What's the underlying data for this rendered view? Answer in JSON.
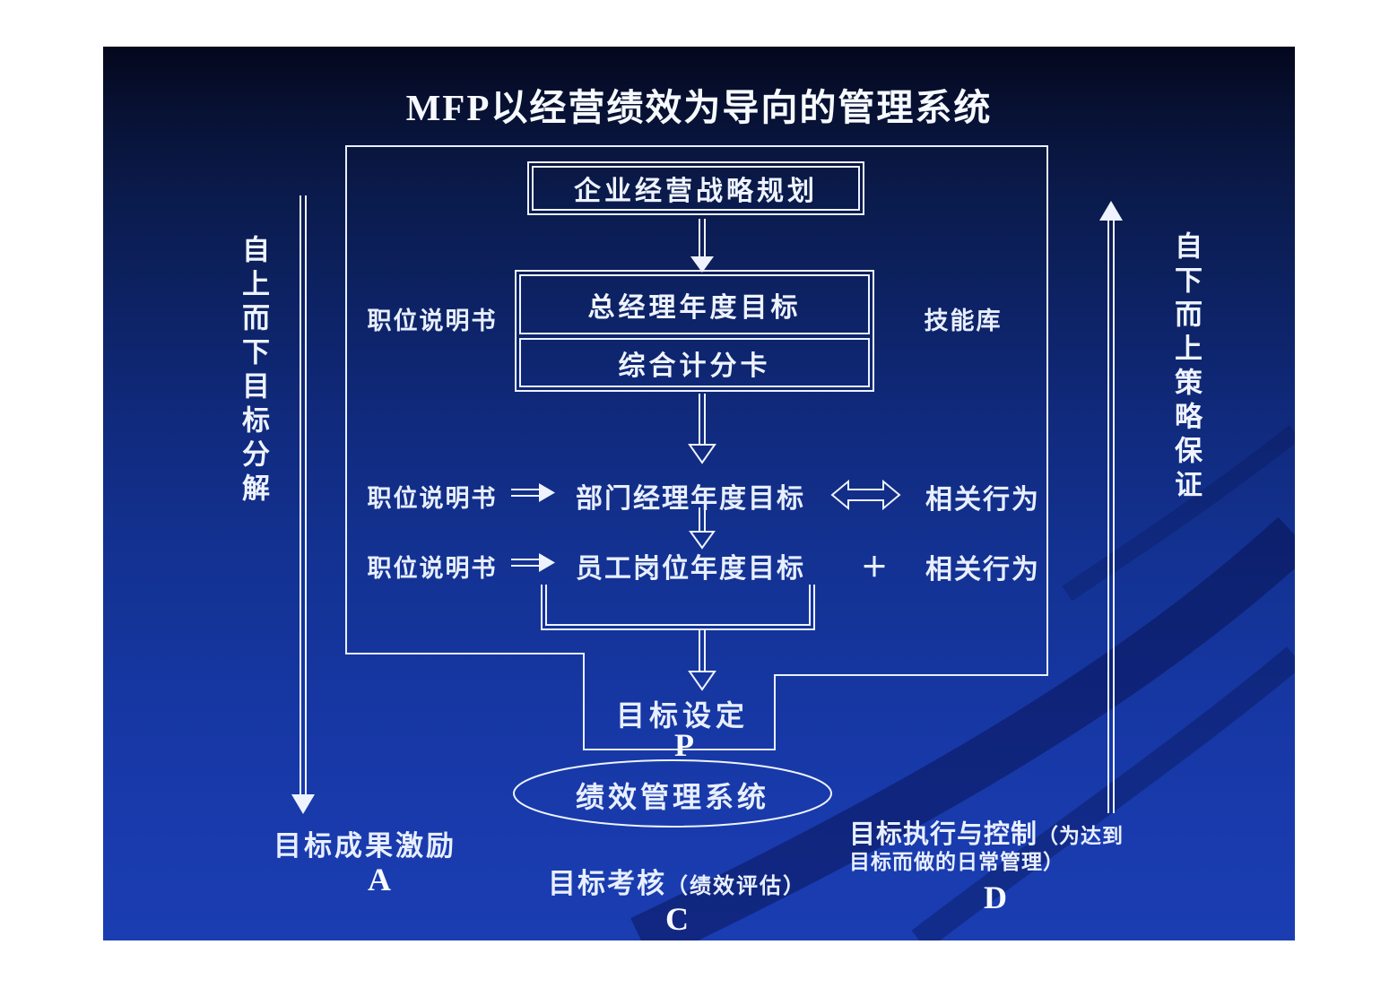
{
  "slide": {
    "title": "MFP以经营绩效为导向的管理系统",
    "boxes": {
      "strategy": "企业经营战略规划",
      "gm_goal": "总经理年度目标",
      "scorecard": "综合计分卡"
    },
    "side_labels": {
      "job_description": "职位说明书",
      "skill_library": "技能库"
    },
    "rows": [
      {
        "left": "职位说明书",
        "center": "部门经理年度目标",
        "right": "相关行为"
      },
      {
        "left": "职位说明书",
        "center": "员工岗位年度目标",
        "right": "相关行为"
      }
    ],
    "plus_sign": "＋",
    "goal_setting": {
      "label": "目标设定",
      "letter": "P"
    },
    "ellipse_label": "绩效管理系统",
    "left_axis": "自上而下目标分解",
    "right_axis": "自下而上策略保证",
    "bottom": {
      "incentive": {
        "label": "目标成果激励",
        "letter": "A"
      },
      "assessment": {
        "label": "目标考核",
        "paren": "（绩效评估）",
        "letter": "C"
      },
      "execution": {
        "line1": "目标执行与控制",
        "paren1": "（为达到",
        "line2": "目标而做的日常管理）",
        "letter": "D"
      }
    },
    "colors": {
      "background_top": "#04071d",
      "background_bottom": "#1a3db2",
      "line": "#eef3ff"
    }
  }
}
